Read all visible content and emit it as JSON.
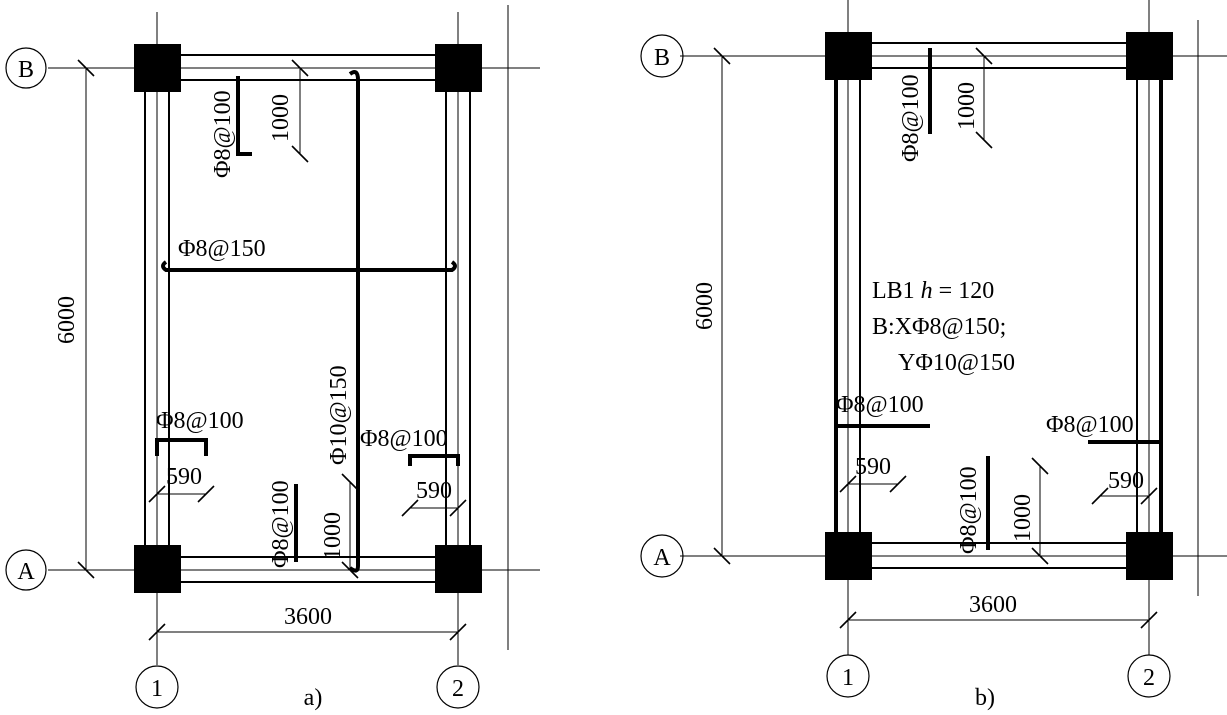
{
  "diagram_a": {
    "axis_b": "B",
    "axis_a": "A",
    "axis_1": "1",
    "axis_2": "2",
    "span_y": "6000",
    "span_x": "3600",
    "caption": "a)",
    "top_neg_bar": "Φ8@100",
    "top_neg_len": "1000",
    "x_bottom_bar": "Φ8@150",
    "y_bottom_bar": "Φ10@150",
    "left_neg_bar": "Φ8@100",
    "left_neg_len": "590",
    "right_neg_bar": "Φ8@100",
    "right_neg_len": "590",
    "bottom_neg_bar": "Φ8@100",
    "bottom_neg_len": "1000"
  },
  "diagram_b": {
    "axis_b": "B",
    "axis_a": "A",
    "axis_1": "1",
    "axis_2": "2",
    "span_y": "6000",
    "span_x": "3600",
    "caption": "b)",
    "top_neg_bar": "Φ8@100",
    "top_neg_len": "1000",
    "slab_line1_prefix": "LB1 ",
    "slab_line1_h": "h",
    "slab_line1_suffix": " = 120",
    "slab_line2": "B:XΦ8@150;",
    "slab_line3": "YΦ10@150",
    "left_neg_bar": "Φ8@100",
    "left_neg_len": "590",
    "right_neg_bar": "Φ8@100",
    "right_neg_len": "590",
    "bottom_neg_bar": "Φ8@100",
    "bottom_neg_len": "1000"
  }
}
